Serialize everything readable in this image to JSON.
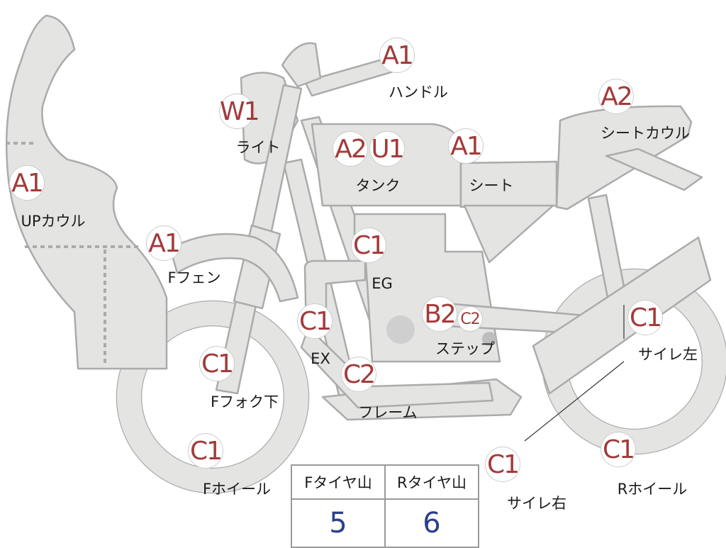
{
  "parts": [
    {
      "id": "up-cowl",
      "grade": "A1",
      "label": "UPカウル"
    },
    {
      "id": "light",
      "grade": "W1",
      "label": "ライト"
    },
    {
      "id": "handle",
      "grade": "A1",
      "label": "ハンドル"
    },
    {
      "id": "tank",
      "grade_a": "A2",
      "grade_b": "U1",
      "label": "タンク"
    },
    {
      "id": "seat",
      "grade": "A1",
      "label": "シート"
    },
    {
      "id": "seat-cowl",
      "grade": "A2",
      "label": "シートカウル"
    },
    {
      "id": "f-fender",
      "grade": "A1",
      "label": "Fフェン"
    },
    {
      "id": "engine",
      "grade": "C1",
      "label": "EG"
    },
    {
      "id": "exhaust",
      "grade": "C1",
      "label": "EX"
    },
    {
      "id": "step",
      "grade_a": "B2",
      "grade_b": "C2",
      "label": "ステップ"
    },
    {
      "id": "silencer-left",
      "grade": "C1",
      "label": "サイレ左"
    },
    {
      "id": "f-fork-lower",
      "grade": "C1",
      "label": "Fフォク下"
    },
    {
      "id": "frame",
      "grade": "C2",
      "label": "フレーム"
    },
    {
      "id": "f-wheel",
      "grade": "C1",
      "label": "Fホイール"
    },
    {
      "id": "silencer-right",
      "grade": "C1",
      "label": "サイレ右"
    },
    {
      "id": "r-wheel",
      "grade": "C1",
      "label": "Rホイール"
    }
  ],
  "tire_table": {
    "headers": [
      "Fタイヤ山",
      "Rタイヤ山"
    ],
    "values": [
      "5",
      "6"
    ]
  },
  "colors": {
    "part_fill": "#e4e4e2",
    "part_outline": "#ababab",
    "grade_text": "#a33a3a",
    "tire_value": "#2b3f8c"
  }
}
